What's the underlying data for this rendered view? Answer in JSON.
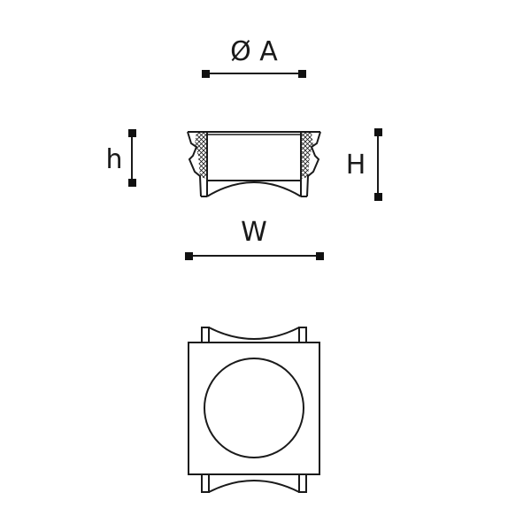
{
  "labels": {
    "diameter": "Ø A",
    "height_small": "h",
    "height_large": "H",
    "width": "W"
  },
  "colors": {
    "stroke": "#1a1a1a",
    "background": "#ffffff"
  }
}
